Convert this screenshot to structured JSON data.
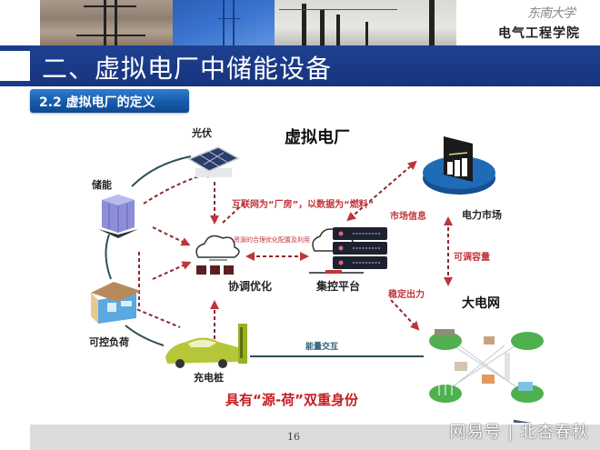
{
  "header": {
    "photos": [
      "power-tower-sunset",
      "power-tower-blue-sky",
      "substation"
    ],
    "university_logo": "东南大学",
    "school_name": "电气工程学院"
  },
  "slide": {
    "title": "二、虚拟电厂中储能设备",
    "section": "2.2 虚拟电厂的定义",
    "page_number": "16"
  },
  "diagram": {
    "heading": "虚拟电厂",
    "nodes": {
      "pv": "光伏",
      "storage": "储能",
      "controllable_load": "可控负荷",
      "charging_pile": "充电桩",
      "coordination": "协调优化",
      "control_platform": "集控平台",
      "power_market": "电力市场",
      "main_grid": "大电网"
    },
    "annotations": {
      "internet_slogan": "互联网为“厂房”，以数据为“燃料”",
      "resource_optimization": "资源的合理优化配置及利用",
      "market_info": "市场信息",
      "adjustable_capacity": "可调容量",
      "stable_output": "稳定出力",
      "energy_interaction": "能量交互"
    },
    "slogan": "具有“源-荷”双重身份",
    "colors": {
      "arrow_red": "#c0343a",
      "slogan_red": "#c51d22",
      "link_dark": "#2e4f55",
      "market_blue": "#1f5fa6",
      "grid_green": "#5cb85c",
      "title_blue": "#1b3a8a"
    }
  },
  "footer": {
    "watermark": "网易号 | 北杏春秋"
  }
}
